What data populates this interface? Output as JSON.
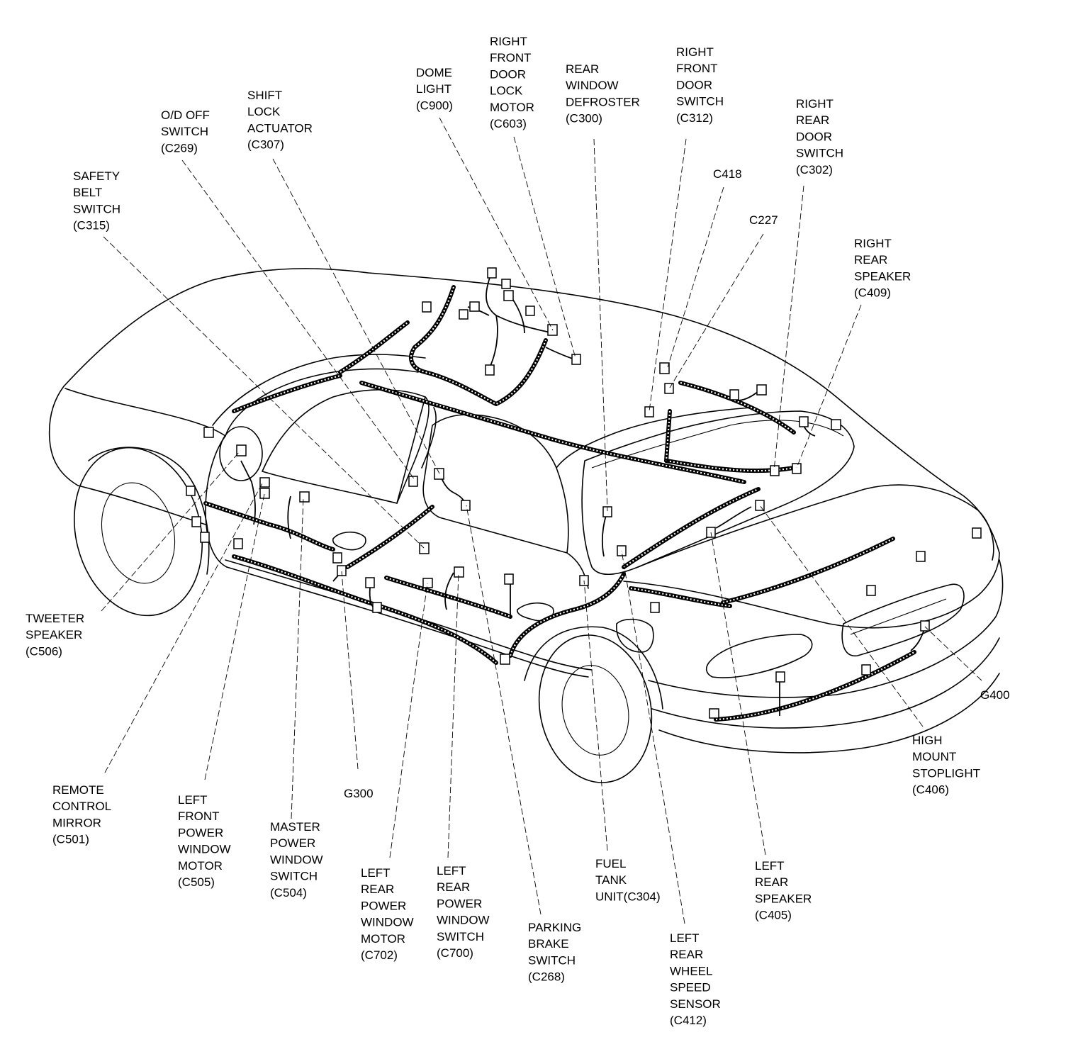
{
  "labels": [
    {
      "id": "safety-belt-switch",
      "lines": [
        "SAFETY",
        "BELT",
        "SWITCH",
        "(C315)"
      ]
    },
    {
      "id": "od-off-switch",
      "lines": [
        "O/D OFF",
        "SWITCH",
        "(C269)"
      ]
    },
    {
      "id": "shift-lock-actuator",
      "lines": [
        "SHIFT",
        "LOCK",
        "ACTUATOR",
        "(C307)"
      ]
    },
    {
      "id": "dome-light",
      "lines": [
        "DOME",
        "LIGHT",
        "(C900)"
      ]
    },
    {
      "id": "right-front-door-lock-motor",
      "lines": [
        "RIGHT",
        "FRONT",
        "DOOR",
        "LOCK",
        "MOTOR",
        "(C603)"
      ]
    },
    {
      "id": "rear-window-defroster",
      "lines": [
        "REAR",
        "WINDOW",
        "DEFROSTER",
        "(C300)"
      ]
    },
    {
      "id": "right-front-door-switch",
      "lines": [
        "RIGHT",
        "FRONT",
        "DOOR",
        "SWITCH",
        "(C312)"
      ]
    },
    {
      "id": "c418",
      "lines": [
        "C418"
      ]
    },
    {
      "id": "c227",
      "lines": [
        "C227"
      ]
    },
    {
      "id": "right-rear-door-switch",
      "lines": [
        "RIGHT",
        "REAR",
        "DOOR",
        "SWITCH",
        "(C302)"
      ]
    },
    {
      "id": "right-rear-speaker",
      "lines": [
        "RIGHT",
        "REAR",
        "SPEAKER",
        "(C409)"
      ]
    },
    {
      "id": "tweeter-speaker",
      "lines": [
        "TWEETER",
        "SPEAKER",
        "(C506)"
      ]
    },
    {
      "id": "remote-control-mirror",
      "lines": [
        "REMOTE",
        "CONTROL",
        "MIRROR",
        "(C501)"
      ]
    },
    {
      "id": "left-front-power-window-motor",
      "lines": [
        "LEFT",
        "FRONT",
        "POWER",
        "WINDOW",
        "MOTOR",
        "(C505)"
      ]
    },
    {
      "id": "master-power-window-switch",
      "lines": [
        "MASTER",
        "POWER",
        "WINDOW",
        "SWITCH",
        "(C504)"
      ]
    },
    {
      "id": "g300",
      "lines": [
        "G300"
      ]
    },
    {
      "id": "left-rear-power-window-motor",
      "lines": [
        "LEFT",
        "REAR",
        "POWER",
        "WINDOW",
        "MOTOR",
        "(C702)"
      ]
    },
    {
      "id": "left-rear-power-window-switch",
      "lines": [
        "LEFT",
        "REAR",
        "POWER",
        "WINDOW",
        "SWITCH",
        "(C700)"
      ]
    },
    {
      "id": "parking-brake-switch",
      "lines": [
        "PARKING",
        "BRAKE",
        "SWITCH",
        "(C268)"
      ]
    },
    {
      "id": "fuel-tank-unit",
      "lines": [
        "FUEL",
        "TANK",
        "UNIT(C304)"
      ]
    },
    {
      "id": "left-rear-wheel-speed-sensor",
      "lines": [
        "LEFT",
        "REAR",
        "WHEEL",
        "SPEED",
        "SENSOR",
        "(C412)"
      ]
    },
    {
      "id": "left-rear-speaker",
      "lines": [
        "LEFT",
        "REAR",
        "SPEAKER",
        "(C405)"
      ]
    },
    {
      "id": "high-mount-stoplight",
      "lines": [
        "HIGH",
        "MOUNT",
        "STOPLIGHT",
        "(C406)"
      ]
    },
    {
      "id": "g400",
      "lines": [
        "G400"
      ]
    }
  ]
}
